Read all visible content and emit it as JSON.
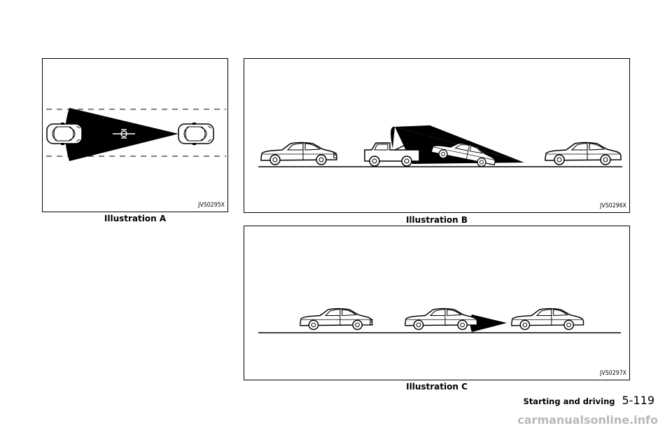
{
  "illustration_a": {
    "code": "JVS0295X",
    "caption": "Illustration A"
  },
  "illustration_b": {
    "code": "JVS0296X",
    "caption": "Illustration B"
  },
  "illustration_c": {
    "code": "JVS0297X",
    "caption": "Illustration C"
  },
  "footer": {
    "section": "Starting and driving",
    "page": "5-119"
  },
  "watermark": "carmanualsonline.info",
  "icons": [
    "car-top-view-icon",
    "motorcycle-icon",
    "car-side-icon",
    "tow-truck-icon",
    "radar-beam"
  ]
}
